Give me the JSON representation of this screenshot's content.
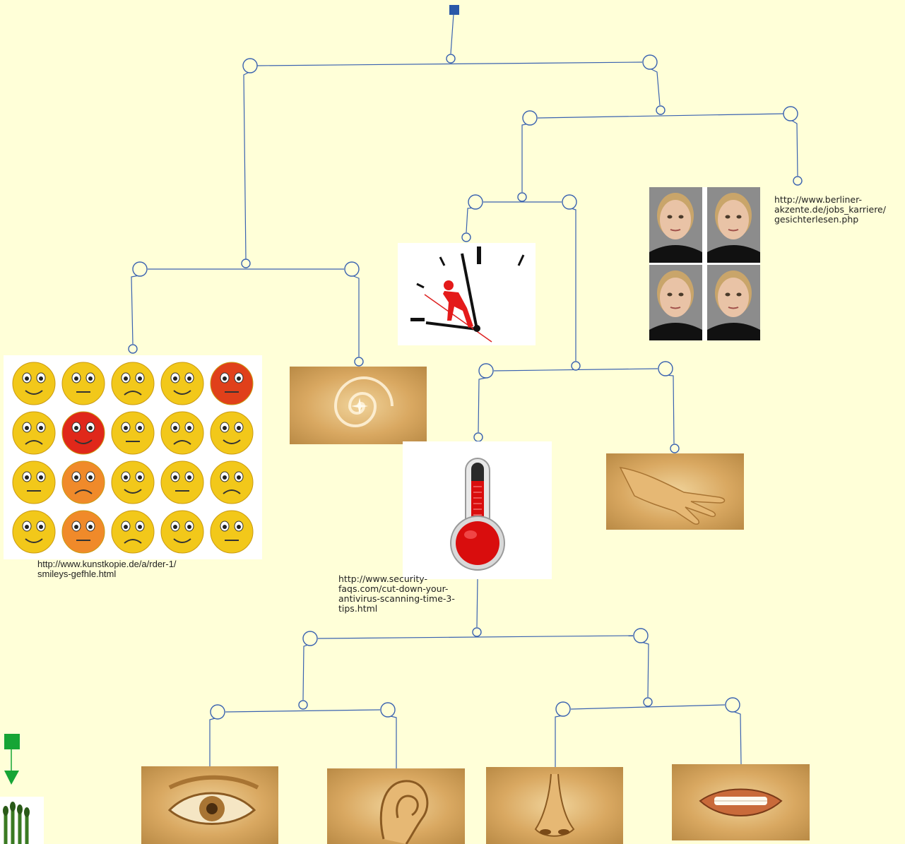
{
  "colors": {
    "background": "#ffffd8",
    "line": "#3a62b0",
    "root_marker": "#2a58a8",
    "green_marker": "#16a535"
  },
  "links": {
    "smileys": [
      "http://www.kunstkopie.de/a/rder-1/",
      "smileys-gefhle.html"
    ],
    "thermometer": [
      "http://www.security-",
      "faqs.com/cut-down-your-",
      "antivirus-scanning-time-3-",
      "tips.html"
    ],
    "faces": [
      "http://www.berliner-",
      "akzente.de/jobs_karriere/",
      "gesichterlesen.php"
    ]
  },
  "images": {
    "smileys": "emoji-grid-image",
    "spiral": "golden-spiral-image",
    "clock": "clock-climber-image",
    "faces": "four-faces-image",
    "thermometer": "thermometer-image",
    "hand": "golden-hand-image",
    "eye": "golden-eye-image",
    "ear": "golden-ear-image",
    "nose": "golden-nose-image",
    "mouth": "golden-mouth-image",
    "asparagus": "asparagus-image"
  }
}
